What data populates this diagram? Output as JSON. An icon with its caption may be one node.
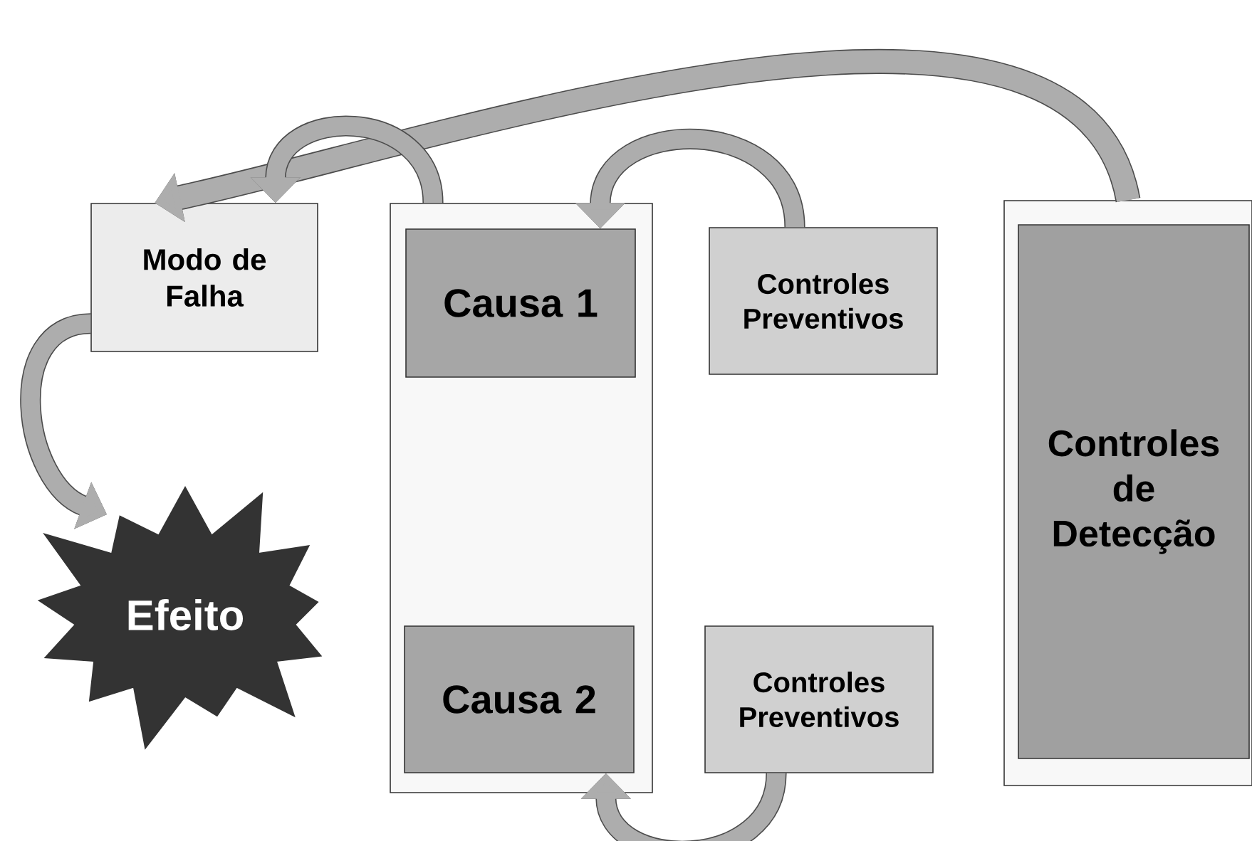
{
  "diagram": {
    "nodes": [
      {
        "text": [
          "Modo de Falha"
        ]
      },
      {
        "text": [
          "Efeito"
        ]
      },
      {
        "text": [],
        "shape": "box"
      },
      {
        "text": [
          "Causa 1"
        ],
        "in": 2
      },
      {
        "text": [
          "Causa 2"
        ],
        "in": 2
      },
      {
        "text": [
          "Controles Preventivos"
        ]
      },
      {
        "text": [
          "Controles Preventivos"
        ]
      },
      {
        "text": [],
        "shape": "box"
      },
      {
        "text": [
          "Controles de Detecção"
        ],
        "in": 7
      }
    ],
    "edges": [
      {
        "from": 7,
        "to": 0,
        "arrow": "to"
      },
      {
        "from": 2,
        "to": 0,
        "arrow": "to"
      },
      {
        "from": 5,
        "to": 3,
        "arrow": "to"
      },
      {
        "from": 0,
        "to": 1,
        "arrow": "to"
      },
      {
        "from": 6,
        "to": 4,
        "arrow": "to"
      }
    ]
  }
}
